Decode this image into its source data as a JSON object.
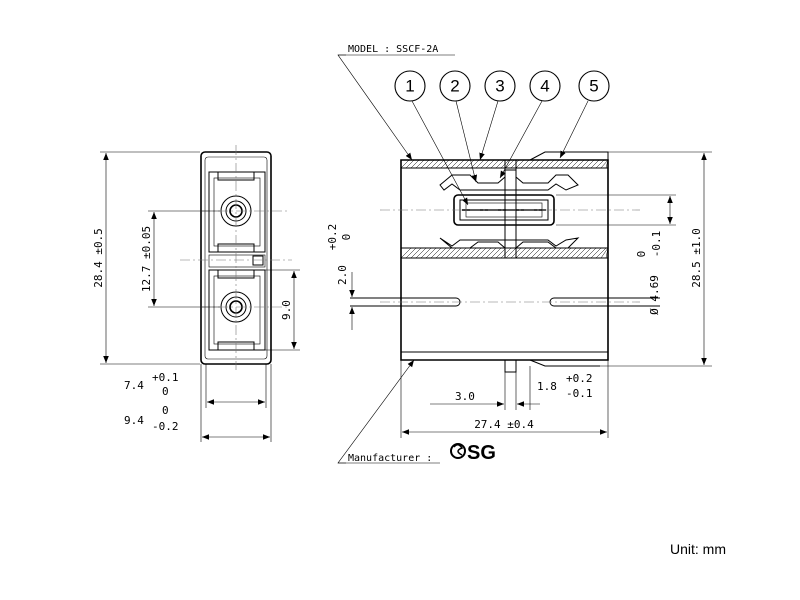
{
  "model_label": "MODEL : SSCF-2A",
  "manufacturer_label": "Manufacturer :",
  "logo_text": "SG",
  "unit_label": "Unit: mm",
  "callouts": [
    "1",
    "2",
    "3",
    "4",
    "5"
  ],
  "dimensions": {
    "left_height": "28.4 ±0.5",
    "pitch": "12.7 ±0.05",
    "port_height": "9.0",
    "flange_width": "7.4",
    "flange_width_tol_upper": "+0.1",
    "flange_width_tol_lower": "0",
    "body_width": "9.4",
    "body_width_tol_upper": "0",
    "body_width_tol_lower": "-0.2",
    "slot_height": "2.0",
    "slot_height_tol_upper": "+0.2",
    "slot_height_tol_lower": "0",
    "bore_dia": "Ø 4.69",
    "bore_dia_tol_upper": "0",
    "bore_dia_tol_lower": "-0.1",
    "right_height": "28.5 ±1.0",
    "flange_offset": "3.0",
    "flange_thickness": "1.8",
    "flange_thickness_tol_upper": "+0.2",
    "flange_thickness_tol_lower": "-0.1",
    "overall_length": "27.4 ±0.4"
  }
}
